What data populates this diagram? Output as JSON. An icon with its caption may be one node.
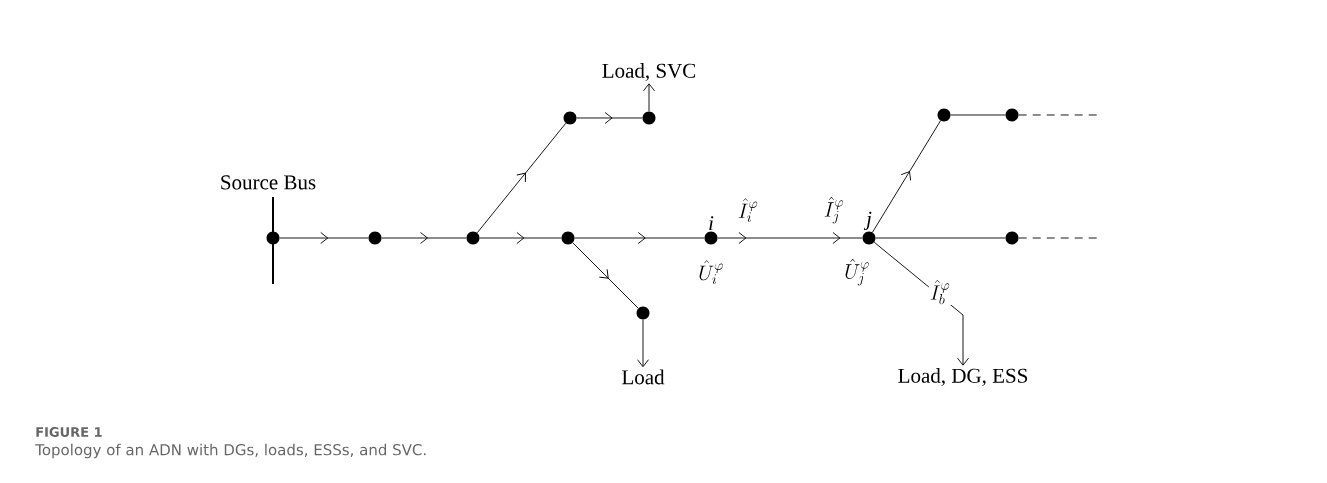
{
  "diagram": {
    "title": "FIGURE 1",
    "caption": "Topology of an ADN with DGs, loads, ESSs, and SVC.",
    "nodes": [
      {
        "text": [
          "Source Bus"
        ]
      },
      {
        "text": [],
        "shape": "circle"
      },
      {
        "text": [],
        "shape": "circle"
      },
      {
        "text": [],
        "shape": "circle"
      },
      {
        "text": [],
        "shape": "circle"
      },
      {
        "text": [],
        "shape": "circle"
      },
      {
        "text": [
          "Load, SVC"
        ]
      },
      {
        "text": [],
        "shape": "circle"
      },
      {
        "text": [
          "Load"
        ]
      },
      {
        "text": [
          "i"
        ]
      },
      {
        "text": [
          "j"
        ]
      },
      {
        "text": [],
        "shape": "circle"
      },
      {
        "text": [],
        "shape": "circle"
      },
      {
        "text": [],
        "shape": "circle"
      },
      {
        "text": [
          "Load, DG, ESS"
        ]
      }
    ],
    "edges": [
      {
        "from": 0,
        "to": 1,
        "arrow": "to"
      },
      {
        "from": 1,
        "to": 2,
        "arrow": "to"
      },
      {
        "from": 2,
        "to": 3,
        "arrow": "to"
      },
      {
        "from": 2,
        "to": 4,
        "arrow": "to"
      },
      {
        "from": 4,
        "to": 5,
        "arrow": "to"
      },
      {
        "from": 5,
        "to": 6,
        "arrow": "to"
      },
      {
        "from": 3,
        "to": 9,
        "arrow": "to"
      },
      {
        "from": 3,
        "to": 7,
        "arrow": "to"
      },
      {
        "from": 7,
        "to": 8,
        "arrow": "to"
      },
      {
        "from": 9,
        "to": 10,
        "arrow": "to"
      },
      {
        "from": 10,
        "to": 11,
        "arrow": "to"
      },
      {
        "from": 11,
        "to": 12,
        "arrow": "none"
      },
      {
        "from": 10,
        "to": 13,
        "arrow": "none"
      },
      {
        "from": 10,
        "to": 14,
        "arrow": "to",
        "label": "\\hat{I}_b^{\\varphi}"
      },
      {
        "from": 12,
        "to": null,
        "arrow": "none",
        "style": "dashed"
      },
      {
        "from": 13,
        "to": null,
        "arrow": "none",
        "style": "dashed"
      }
    ],
    "labels": [
      "\\hat{I}_i^{\\varphi}",
      "\\hat{I}_j^{\\varphi}",
      "\\hat{U}_i^{\\varphi}",
      "\\hat{U}_j^{\\varphi}"
    ]
  }
}
